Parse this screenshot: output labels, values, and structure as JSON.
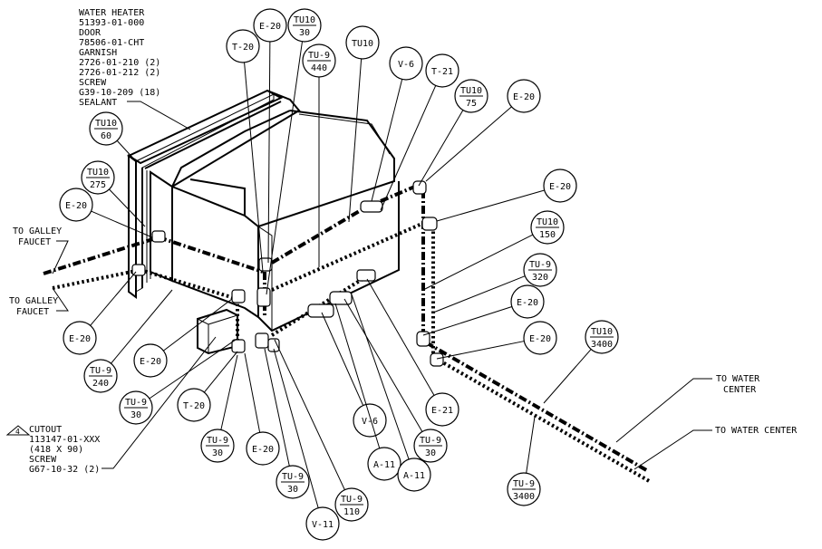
{
  "header_notes": [
    "WATER HEATER",
    "51393-01-000",
    "DOOR",
    "78506-01-CHT",
    "GARNISH",
    "2726-01-210 (2)",
    "2726-01-212 (2)",
    "SCREW",
    "G39-10-209 (18)",
    "SEALANT"
  ],
  "cutout_note": {
    "flag": "4",
    "lines": [
      "CUTOUT",
      "113147-01-XXX",
      "(418 X 90)",
      "SCREW",
      "G67-10-32 (2)"
    ]
  },
  "destination_labels": {
    "galley_faucet_upper": [
      "TO GALLEY",
      "FAUCET"
    ],
    "galley_faucet_lower": [
      "TO GALLEY",
      "FAUCET"
    ],
    "water_center_upper": [
      "TO WATER",
      "CENTER"
    ],
    "water_center_lower": "TO WATER CENTER"
  },
  "callouts": [
    {
      "top": "TU10",
      "bottom": "60"
    },
    {
      "top": "TU10",
      "bottom": "275"
    },
    {
      "top": "E-20"
    },
    {
      "top": "E-20"
    },
    {
      "top": "TU-9",
      "bottom": "240"
    },
    {
      "top": "E-20"
    },
    {
      "top": "TU-9",
      "bottom": "30"
    },
    {
      "top": "T-20"
    },
    {
      "top": "TU-9",
      "bottom": "30"
    },
    {
      "top": "E-20"
    },
    {
      "top": "TU-9",
      "bottom": "30"
    },
    {
      "top": "V-11"
    },
    {
      "top": "TU-9",
      "bottom": "110"
    },
    {
      "top": "T-20"
    },
    {
      "top": "E-20"
    },
    {
      "top": "TU10",
      "bottom": "30"
    },
    {
      "top": "TU-9",
      "bottom": "440"
    },
    {
      "top": "TU10"
    },
    {
      "top": "V-6"
    },
    {
      "top": "T-21"
    },
    {
      "top": "TU10",
      "bottom": "75"
    },
    {
      "top": "E-20"
    },
    {
      "top": "E-20"
    },
    {
      "top": "TU10",
      "bottom": "150"
    },
    {
      "top": "TU-9",
      "bottom": "320"
    },
    {
      "top": "E-20"
    },
    {
      "top": "E-20"
    },
    {
      "top": "TU10",
      "bottom": "3400"
    },
    {
      "top": "E-21"
    },
    {
      "top": "TU-9",
      "bottom": "30"
    },
    {
      "top": "V-6"
    },
    {
      "top": "A-11"
    },
    {
      "top": "A-11"
    },
    {
      "top": "TU-9",
      "bottom": "3400"
    }
  ]
}
